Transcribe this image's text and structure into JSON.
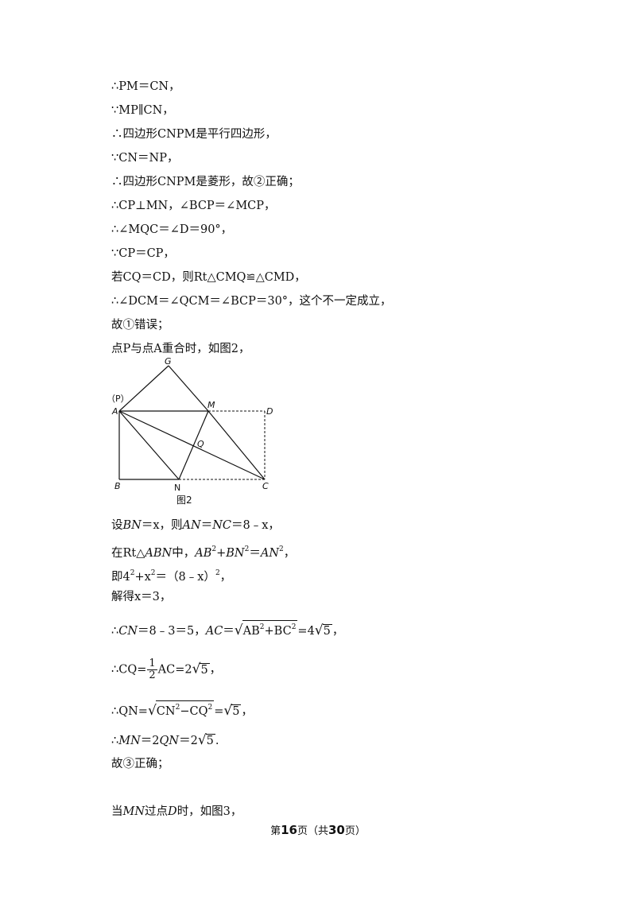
{
  "lines": [
    "∴PM＝CN，",
    "∵MP∥CN，",
    "∴四边形CNPM是平行四边形，",
    "∵CN＝NP，",
    "∴四边形CNPM是菱形，故②正确；",
    "∴CP⊥MN，∠BCP＝∠MCP，",
    "∴∠MQC＝∠D＝90°，",
    "∵CP＝CP，",
    "若CQ＝CD，则Rt△CMQ≌△CMD，",
    "∴∠DCM＝∠QCM＝∠BCP＝30°，这个不一定成立，",
    "故①错误；",
    "点P与点A重合时，如图2，"
  ],
  "figure": {
    "labels": {
      "G": "G",
      "P": "（P）",
      "A": "A",
      "M": "M",
      "D": "D",
      "Q": "Q",
      "B": "B",
      "N": "N",
      "C": "C"
    },
    "caption": "图2"
  },
  "after": {
    "l1_a": "设",
    "l1_b": "BN",
    "l1_c": "＝x，则",
    "l1_d": "AN",
    "l1_e": "＝",
    "l1_f": "NC",
    "l1_g": "＝8﹣x，",
    "l2_a": "在Rt△",
    "l2_b": "ABN",
    "l2_c": "中，",
    "l2_d": "AB",
    "l2_e": "2",
    "l2_f": "+",
    "l2_g": "BN",
    "l2_h": "2",
    "l2_i": "＝",
    "l2_j": "AN",
    "l2_k": "2",
    "l2_l": "，",
    "l3_a": "即4",
    "l3_b": "2",
    "l3_c": "+x",
    "l3_d": "2",
    "l3_e": "＝（8﹣x）",
    "l3_f": "2",
    "l3_g": "，",
    "l4_a": "解得x＝3，",
    "l5_a": "∴",
    "l5_b": "CN",
    "l5_c": "＝8﹣3＝5，",
    "l5_d": "AC",
    "l5_e": "＝",
    "l5_sqrt": "√",
    "l5_f": "AB",
    "l5_g": "2",
    "l5_h": "+BC",
    "l5_i": "2",
    "l5_j": "=4",
    "l5_k": "√",
    "l5_l": "5",
    "l5_m": "，",
    "l6_a": "∴CQ=",
    "l6_num": "1",
    "l6_den": "2",
    "l6_b": "AC=2",
    "l6_c": "√",
    "l6_d": "5",
    "l6_e": "，",
    "l7_a": "∴QN=",
    "l7_b": "√",
    "l7_c": "CN",
    "l7_d": "2",
    "l7_e": "−CQ",
    "l7_f": "2",
    "l7_g": "=",
    "l7_h": "√",
    "l7_i": "5",
    "l7_j": "，",
    "l8_a": "∴",
    "l8_b": "MN",
    "l8_c": "＝2",
    "l8_d": "QN",
    "l8_e": "＝2",
    "l8_f": "√",
    "l8_g": "5",
    "l8_h": ".",
    "l9_a": "故③正确；",
    "l10_a": "当",
    "l10_b": "MN",
    "l10_c": "过点",
    "l10_d": "D",
    "l10_e": "时，如图3，"
  },
  "footer": {
    "a": "第",
    "page": "16",
    "b": "页（共",
    "total": "30",
    "c": "页）"
  }
}
